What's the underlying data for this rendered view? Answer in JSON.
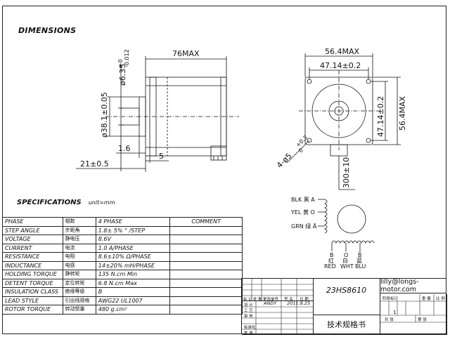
{
  "headings": {
    "dimensions": "DIMENSIONS",
    "specifications": "SPECIFICATIONS",
    "unit": "unit=mm"
  },
  "drawing": {
    "length": "76MAX",
    "shaft_dia": "ø6.35",
    "shaft_tol_top": "+0",
    "shaft_tol_bot": "-0.012",
    "pilot_dia": "ø38.1±0.05",
    "pilot_len": "1.6",
    "flange": "5",
    "shaft_len": "21±0.5",
    "width_max": "56.4MAX",
    "hole_spacing_h": "47.14±0.2",
    "hole_spacing_v": "47.14±0.2",
    "height_max": "56.4MAX",
    "holes": "4-ø5",
    "holes_tol": "+0.3",
    "holes_tol_bot": "0",
    "lead_len": "300±10"
  },
  "wiring": {
    "blk": "BLK 黑 A",
    "yel": "YEL 黄 O",
    "grn": "GRN 绿 Ā",
    "b": "B",
    "o": "O",
    "b_bar": "B̄",
    "cn_red": "红",
    "cn_wht": "白",
    "cn_blu": "蓝",
    "red": "RED",
    "wht": "WHT",
    "blu": "BLU"
  },
  "spec_table": {
    "comment_header": "COMMENT",
    "rows": [
      {
        "en": "PHASE",
        "cn": "相数",
        "val": "4  PHASE"
      },
      {
        "en": "STEP ANGLE",
        "cn": "步距角",
        "val": "1.8± 5% ° /STEP"
      },
      {
        "en": "VOLTAGE",
        "cn": "静电压",
        "val": "8.6V"
      },
      {
        "en": "CURRENT",
        "cn": "电流",
        "val": "1.0 A/PHASE"
      },
      {
        "en": "RESISTANCE",
        "cn": "电阻",
        "val": "8.6±10%  Ω/PHASE"
      },
      {
        "en": "INDUCTANCE",
        "cn": "电感",
        "val": "14±20% mH/PHASE"
      },
      {
        "en": "HOLDING TORQUE",
        "cn": "静转矩",
        "val": "135  N.cm Min"
      },
      {
        "en": "DETENT TORQUE",
        "cn": "定位转矩",
        "val": "6.8 N.cm Max"
      },
      {
        "en": "INSULATION CLASS",
        "cn": "绝缘等级",
        "val": "B"
      },
      {
        "en": "LEAD STYLE",
        "cn": "引出线规格",
        "val": "AWG22 UL1007"
      },
      {
        "en": "ROTOR TORQUE",
        "cn": "转动惯量",
        "val": "480 g.cm²"
      }
    ]
  },
  "title_block": {
    "model": "23HS8610",
    "email": "lilly@longs-motor.com",
    "doc_name": "技术规格书",
    "designer": "ANDY",
    "date": "2011.8.25",
    "label_design": "设 计",
    "label_process": "工 艺",
    "label_review": "审 核",
    "label_std": "标准化",
    "label_approve": "批 准",
    "label_change": "更改单号",
    "label_sign": "签 名",
    "label_mark": "标 记",
    "label_count": "处 数",
    "label_date": "日 期",
    "label_stage": "阶段标记",
    "label_weight": "重 量",
    "label_scale": "比 例",
    "label_sheets": "共    张",
    "label_sheet": "第    张",
    "sheet_no": "1"
  }
}
